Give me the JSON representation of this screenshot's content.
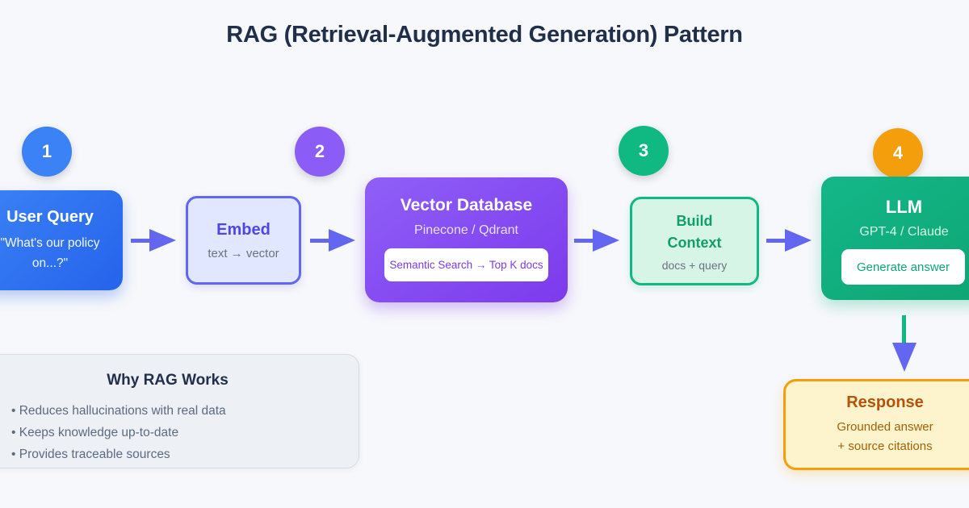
{
  "title": "RAG (Retrieval-Augmented Generation) Pattern",
  "badges": [
    {
      "label": "1",
      "color": "#3b82f6"
    },
    {
      "label": "2",
      "color": "#8b5cf6"
    },
    {
      "label": "3",
      "color": "#10b981"
    },
    {
      "label": "4",
      "color": "#f59e0b"
    }
  ],
  "nodes": {
    "user_query": {
      "title": "User Query",
      "subtitle": "\"What's our policy on...?\""
    },
    "embed": {
      "title": "Embed",
      "subtitle": "text → vector"
    },
    "vector_db": {
      "title": "Vector Database",
      "subtitle": "Pinecone / Qdrant",
      "pill": "Semantic Search → Top K docs"
    },
    "build_context": {
      "title": "Build Context",
      "subtitle": "docs + query"
    },
    "llm": {
      "title": "LLM",
      "subtitle": "GPT-4 / Claude",
      "pill": "Generate answer"
    },
    "response": {
      "title": "Response",
      "line1": "Grounded answer",
      "line2": "+ source citations"
    }
  },
  "info_panel": {
    "title": "Why RAG Works",
    "bullets": [
      "• Reduces hallucinations with real data",
      "• Keeps knowledge up-to-date",
      "• Provides traceable sources"
    ]
  },
  "colors": {
    "background": "#f7f8fb",
    "title_text": "#21304a",
    "arrow": "#6366f1",
    "down_arrow_stem": "#10b981",
    "step1_badge": "#3b82f6",
    "step2_badge": "#8b5cf6",
    "step3_badge": "#10b981",
    "step4_badge": "#f59e0b",
    "user_query_gradient": [
      "#3b82f6",
      "#2563eb"
    ],
    "vector_db_gradient": [
      "#8f5ff7",
      "#7c3aed"
    ],
    "llm_gradient": [
      "#14b789",
      "#0ea572"
    ],
    "embed_fill": "#e0e7ff",
    "embed_border": "#6366f1",
    "build_fill": "#d7f5e6",
    "build_border": "#10b981",
    "response_fill": "#fdf3cd",
    "response_border": "#f59e0b",
    "panel_fill": "#edf0f5"
  }
}
